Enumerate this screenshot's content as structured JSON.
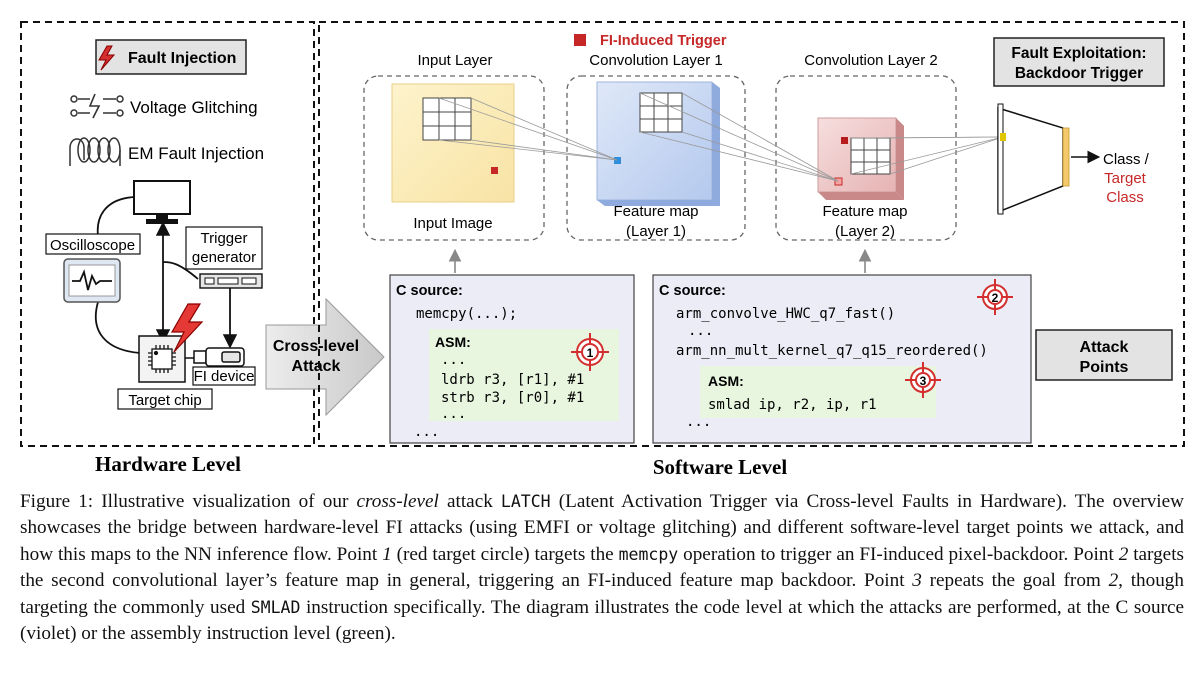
{
  "hardware": {
    "title": "Hardware Level",
    "fi_badge": "Fault Injection",
    "voltage": "Voltage Glitching",
    "em": "EM Fault Injection",
    "oscilloscope": "Oscilloscope",
    "trigger_line1": "Trigger",
    "trigger_line2": "generator",
    "fi_device": "FI device",
    "target_chip": "Target chip"
  },
  "bridge": {
    "line1": "Cross-level",
    "line2": "Attack"
  },
  "software": {
    "title": "Software Level",
    "legend": "FI-Induced Trigger",
    "exploit_line1": "Fault Exploitation:",
    "exploit_line2": "Backdoor Trigger",
    "attack_points_line1": "Attack",
    "attack_points_line2": "Points",
    "input_layer": "Input Layer",
    "conv1": "Convolution Layer 1",
    "conv2": "Convolution Layer 2",
    "input_image": "Input Image",
    "fmap1_line1": "Feature map",
    "fmap1_line2": "(Layer 1)",
    "fmap2_line1": "Feature map",
    "fmap2_line2": "(Layer 2)",
    "class_line1": "Class /",
    "class_line2": "Target",
    "class_line3": "Class"
  },
  "code1": {
    "header": "C source:",
    "call": "memcpy(...);",
    "asm_header": "ASM:",
    "asm_dots_top": "...",
    "asm_line1": "ldrb r3, [r1], #1",
    "asm_line2": "strb r3, [r0], #1",
    "asm_dots_bottom": "...",
    "dots_bottom": "...",
    "target_number": "1"
  },
  "code2": {
    "header": "C source:",
    "call1": "arm_convolve_HWC_q7_fast()",
    "dots_mid": "...",
    "call2": "arm_nn_mult_kernel_q7_q15_reordered()",
    "asm_header": "ASM:",
    "asm_line1": "smlad  ip, r2, ip, r1",
    "dots_bottom": "...",
    "target_number_a": "2",
    "target_number_b": "3"
  },
  "caption": {
    "part1": "Figure 1: Illustrative visualization of our ",
    "italic1": "cross-level",
    "part2": " attack ",
    "latch": "LATCH",
    "part3": " (Latent Activation Trigger via Cross-level Faults in Hardware). The overview showcases the bridge between hardware-level FI attacks (using EMFI or voltage glitching) and different software-level target points we attack, and how this maps to the NN inference flow. Point ",
    "num1": "1",
    "part4": " (red target circle) targets the ",
    "memcpy": "memcpy",
    "part5": " operation to trigger an FI-induced pixel-backdoor. Point ",
    "num2": "2",
    "part6": " targets the second convolutional layer’s feature map in general, triggering an FI-induced feature map backdoor. Point ",
    "num3": "3",
    "part7": " repeats the goal from ",
    "num2b": "2",
    "part8": ", though targeting the commonly used ",
    "smlad": "SMLAD",
    "part9": " instruction specifically. The diagram illustrates the code level at which the attacks are performed, at the C source (violet) or the assembly instruction level (green)."
  },
  "colors": {
    "red": "#c62828",
    "input_yellow": "#fbeec3",
    "conv1_blue": "#c9d9f3",
    "conv2_pink": "#eecaca",
    "c_source_violet": "#ececf7",
    "asm_green": "#e8f6df",
    "badge_gray": "#e3e3e3"
  }
}
